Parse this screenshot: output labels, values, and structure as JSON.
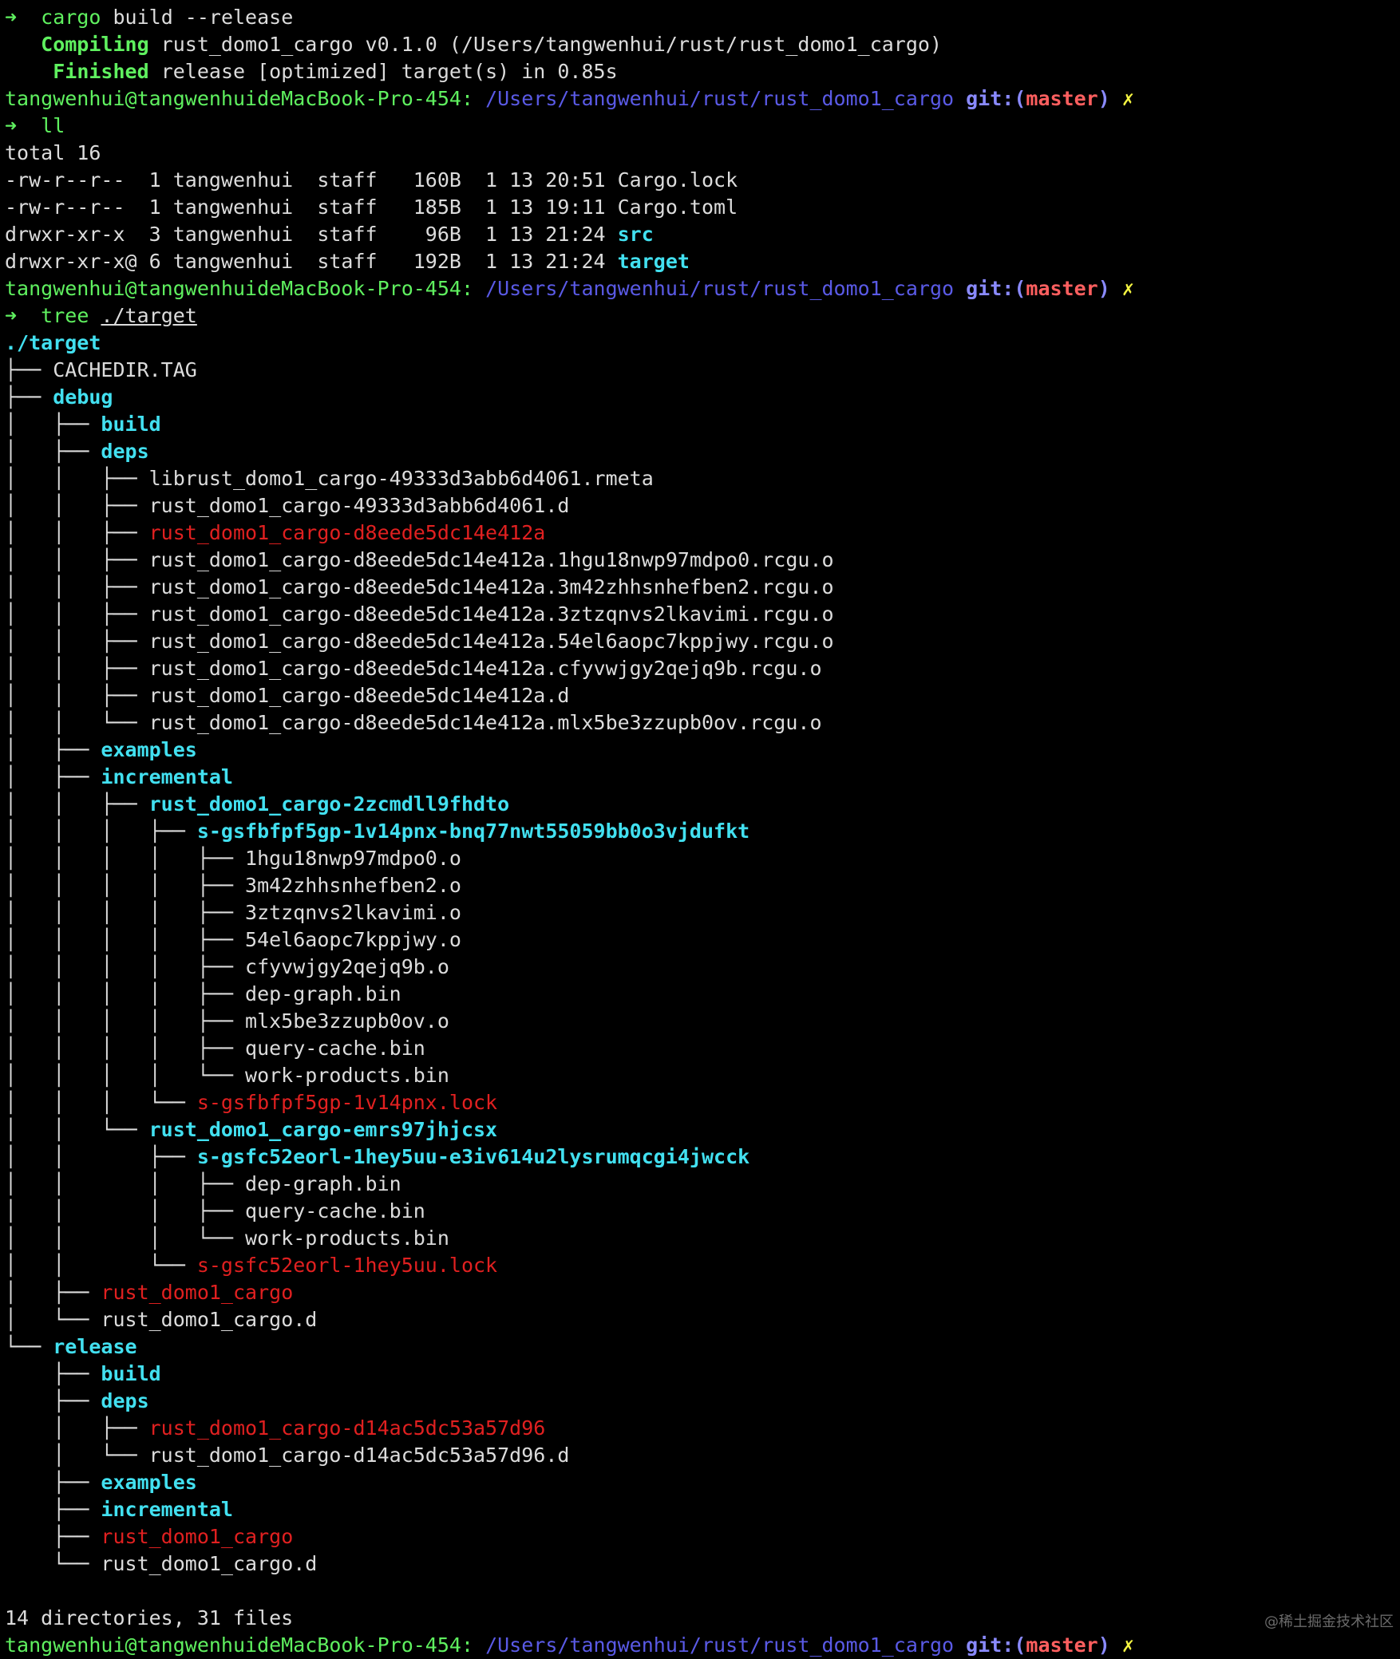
{
  "colors": {
    "background": "#000000",
    "text": "#dcdcdc",
    "prompt_green": "#5ff05f",
    "path_blue": "#5a5ae6",
    "git_label": "#8a8aff",
    "branch_red": "#ff5f5f",
    "dirty_yellow": "#f5f542",
    "directory_cyan": "#42e0f0",
    "executable_red": "#e02020"
  },
  "prompt": {
    "user_host": "tangwenhui@tangwenhuideMacBook-Pro-454:",
    "path": "/Users/tangwenhui/rust/rust_domo1_cargo",
    "git_label": "git:(",
    "branch": "master",
    "git_close": ")",
    "dirty_mark": "✗",
    "arrow": "➜"
  },
  "build": {
    "cmd": "cargo",
    "args": " build --release",
    "compiling_label": "Compiling",
    "compiling_text": " rust_domo1_cargo v0.1.0 (/Users/tangwenhui/rust/rust_domo1_cargo)",
    "finished_label": "Finished",
    "finished_text": " release [optimized] target(s) in 0.85s"
  },
  "ls": {
    "cmd": "ll",
    "total": "total 16",
    "rows": [
      {
        "meta": "-rw-r--r--  1 tangwenhui  staff   160B  1 13 20:51 ",
        "name": "Cargo.lock",
        "kind": "file"
      },
      {
        "meta": "-rw-r--r--  1 tangwenhui  staff   185B  1 13 19:11 ",
        "name": "Cargo.toml",
        "kind": "file"
      },
      {
        "meta": "drwxr-xr-x  3 tangwenhui  staff    96B  1 13 21:24 ",
        "name": "src",
        "kind": "dir"
      },
      {
        "meta": "drwxr-xr-x@ 6 tangwenhui  staff   192B  1 13 21:24 ",
        "name": "target",
        "kind": "dir"
      }
    ]
  },
  "tree": {
    "cmd": "tree",
    "arg": "./target",
    "root": "./target",
    "entries": [
      {
        "prefix": "├── ",
        "name": "CACHEDIR.TAG",
        "kind": "file"
      },
      {
        "prefix": "├── ",
        "name": "debug",
        "kind": "dir"
      },
      {
        "prefix": "│   ├── ",
        "name": "build",
        "kind": "dir"
      },
      {
        "prefix": "│   ├── ",
        "name": "deps",
        "kind": "dir"
      },
      {
        "prefix": "│   │   ├── ",
        "name": "librust_domo1_cargo-49333d3abb6d4061.rmeta",
        "kind": "file"
      },
      {
        "prefix": "│   │   ├── ",
        "name": "rust_domo1_cargo-49333d3abb6d4061.d",
        "kind": "file"
      },
      {
        "prefix": "│   │   ├── ",
        "name": "rust_domo1_cargo-d8eede5dc14e412a",
        "kind": "exec"
      },
      {
        "prefix": "│   │   ├── ",
        "name": "rust_domo1_cargo-d8eede5dc14e412a.1hgu18nwp97mdpo0.rcgu.o",
        "kind": "file"
      },
      {
        "prefix": "│   │   ├── ",
        "name": "rust_domo1_cargo-d8eede5dc14e412a.3m42zhhsnhefben2.rcgu.o",
        "kind": "file"
      },
      {
        "prefix": "│   │   ├── ",
        "name": "rust_domo1_cargo-d8eede5dc14e412a.3ztzqnvs2lkavimi.rcgu.o",
        "kind": "file"
      },
      {
        "prefix": "│   │   ├── ",
        "name": "rust_domo1_cargo-d8eede5dc14e412a.54el6aopc7kppjwy.rcgu.o",
        "kind": "file"
      },
      {
        "prefix": "│   │   ├── ",
        "name": "rust_domo1_cargo-d8eede5dc14e412a.cfyvwjgy2qejq9b.rcgu.o",
        "kind": "file"
      },
      {
        "prefix": "│   │   ├── ",
        "name": "rust_domo1_cargo-d8eede5dc14e412a.d",
        "kind": "file"
      },
      {
        "prefix": "│   │   └── ",
        "name": "rust_domo1_cargo-d8eede5dc14e412a.mlx5be3zzupb0ov.rcgu.o",
        "kind": "file"
      },
      {
        "prefix": "│   ├── ",
        "name": "examples",
        "kind": "dir"
      },
      {
        "prefix": "│   ├── ",
        "name": "incremental",
        "kind": "dir"
      },
      {
        "prefix": "│   │   ├── ",
        "name": "rust_domo1_cargo-2zcmdll9fhdto",
        "kind": "dir"
      },
      {
        "prefix": "│   │   │   ├── ",
        "name": "s-gsfbfpf5gp-1v14pnx-bnq77nwt55059bb0o3vjdufkt",
        "kind": "dir"
      },
      {
        "prefix": "│   │   │   │   ├── ",
        "name": "1hgu18nwp97mdpo0.o",
        "kind": "file"
      },
      {
        "prefix": "│   │   │   │   ├── ",
        "name": "3m42zhhsnhefben2.o",
        "kind": "file"
      },
      {
        "prefix": "│   │   │   │   ├── ",
        "name": "3ztzqnvs2lkavimi.o",
        "kind": "file"
      },
      {
        "prefix": "│   │   │   │   ├── ",
        "name": "54el6aopc7kppjwy.o",
        "kind": "file"
      },
      {
        "prefix": "│   │   │   │   ├── ",
        "name": "cfyvwjgy2qejq9b.o",
        "kind": "file"
      },
      {
        "prefix": "│   │   │   │   ├── ",
        "name": "dep-graph.bin",
        "kind": "file"
      },
      {
        "prefix": "│   │   │   │   ├── ",
        "name": "mlx5be3zzupb0ov.o",
        "kind": "file"
      },
      {
        "prefix": "│   │   │   │   ├── ",
        "name": "query-cache.bin",
        "kind": "file"
      },
      {
        "prefix": "│   │   │   │   └── ",
        "name": "work-products.bin",
        "kind": "file"
      },
      {
        "prefix": "│   │   │   └── ",
        "name": "s-gsfbfpf5gp-1v14pnx.lock",
        "kind": "exec"
      },
      {
        "prefix": "│   │   └── ",
        "name": "rust_domo1_cargo-emrs97jhjcsx",
        "kind": "dir"
      },
      {
        "prefix": "│   │       ├── ",
        "name": "s-gsfc52eorl-1hey5uu-e3iv614u2lysrumqcgi4jwcck",
        "kind": "dir"
      },
      {
        "prefix": "│   │       │   ├── ",
        "name": "dep-graph.bin",
        "kind": "file"
      },
      {
        "prefix": "│   │       │   ├── ",
        "name": "query-cache.bin",
        "kind": "file"
      },
      {
        "prefix": "│   │       │   └── ",
        "name": "work-products.bin",
        "kind": "file"
      },
      {
        "prefix": "│   │       └── ",
        "name": "s-gsfc52eorl-1hey5uu.lock",
        "kind": "exec"
      },
      {
        "prefix": "│   ├── ",
        "name": "rust_domo1_cargo",
        "kind": "exec"
      },
      {
        "prefix": "│   └── ",
        "name": "rust_domo1_cargo.d",
        "kind": "file"
      },
      {
        "prefix": "└── ",
        "name": "release",
        "kind": "dir"
      },
      {
        "prefix": "    ├── ",
        "name": "build",
        "kind": "dir"
      },
      {
        "prefix": "    ├── ",
        "name": "deps",
        "kind": "dir"
      },
      {
        "prefix": "    │   ├── ",
        "name": "rust_domo1_cargo-d14ac5dc53a57d96",
        "kind": "exec"
      },
      {
        "prefix": "    │   └── ",
        "name": "rust_domo1_cargo-d14ac5dc53a57d96.d",
        "kind": "file"
      },
      {
        "prefix": "    ├── ",
        "name": "examples",
        "kind": "dir"
      },
      {
        "prefix": "    ├── ",
        "name": "incremental",
        "kind": "dir"
      },
      {
        "prefix": "    ├── ",
        "name": "rust_domo1_cargo",
        "kind": "exec"
      },
      {
        "prefix": "    └── ",
        "name": "rust_domo1_cargo.d",
        "kind": "file"
      }
    ],
    "summary": "14 directories, 31 files"
  },
  "watermark": "@稀土掘金技术社区"
}
